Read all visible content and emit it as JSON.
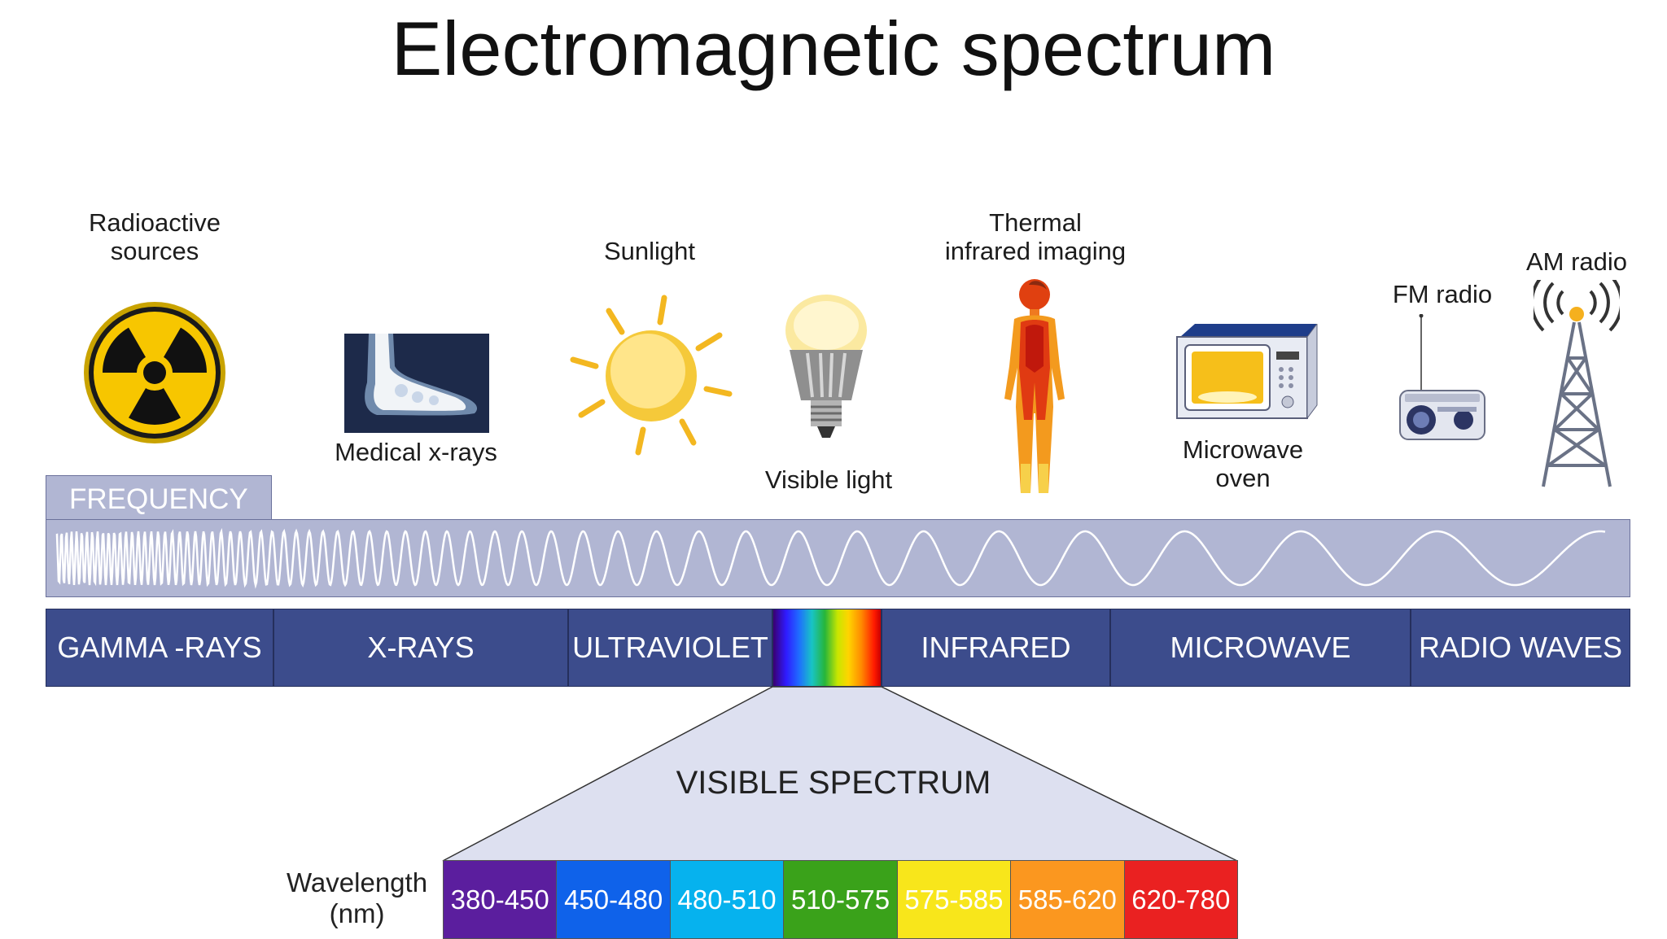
{
  "title": "Electromagnetic spectrum",
  "sources": [
    {
      "lines": [
        "Radioactive",
        "sources"
      ],
      "icon": "radioactive-icon"
    },
    {
      "lines": [
        "Medical x-rays"
      ],
      "icon": "xray-foot-icon"
    },
    {
      "lines": [
        "Sunlight"
      ],
      "icon": "sun-icon"
    },
    {
      "lines": [
        "Visible light"
      ],
      "icon": "light-bulb-icon"
    },
    {
      "lines": [
        "Thermal",
        "infrared imaging"
      ],
      "icon": "thermal-person-icon"
    },
    {
      "lines": [
        "Microwave",
        "oven"
      ],
      "icon": "microwave-oven-icon"
    },
    {
      "lines": [
        "FM radio"
      ],
      "icon": "fm-radio-icon"
    },
    {
      "lines": [
        "AM radio"
      ],
      "icon": "radio-tower-icon"
    }
  ],
  "frequency_label": "FREQUENCY",
  "bands": [
    {
      "label": "GAMMA -RAYS"
    },
    {
      "label": "X-RAYS"
    },
    {
      "label": "ULTRAVIOLET"
    },
    {
      "label": ""
    },
    {
      "label": "INFRARED"
    },
    {
      "label": "MICROWAVE"
    },
    {
      "label": "RADIO WAVES"
    }
  ],
  "visible_spectrum_label": "VISIBLE SPECTRUM",
  "wavelength_label": [
    "Wavelength",
    "(nm)"
  ],
  "wavelength_ranges": [
    {
      "label": "380-450",
      "color": "#5b1e9e"
    },
    {
      "label": "450-480",
      "color": "#0f62ea"
    },
    {
      "label": "480-510",
      "color": "#06b2ee"
    },
    {
      "label": "510-575",
      "color": "#3aa21a"
    },
    {
      "label": "575-585",
      "color": "#f8e61b"
    },
    {
      "label": "585-620",
      "color": "#fb971f"
    },
    {
      "label": "620-780",
      "color": "#ea2121"
    }
  ],
  "colors": {
    "band_fill": "#3c4c8c",
    "frequency_fill": "#b1b6d3",
    "visible_fan_fill": "#dde0f0"
  }
}
